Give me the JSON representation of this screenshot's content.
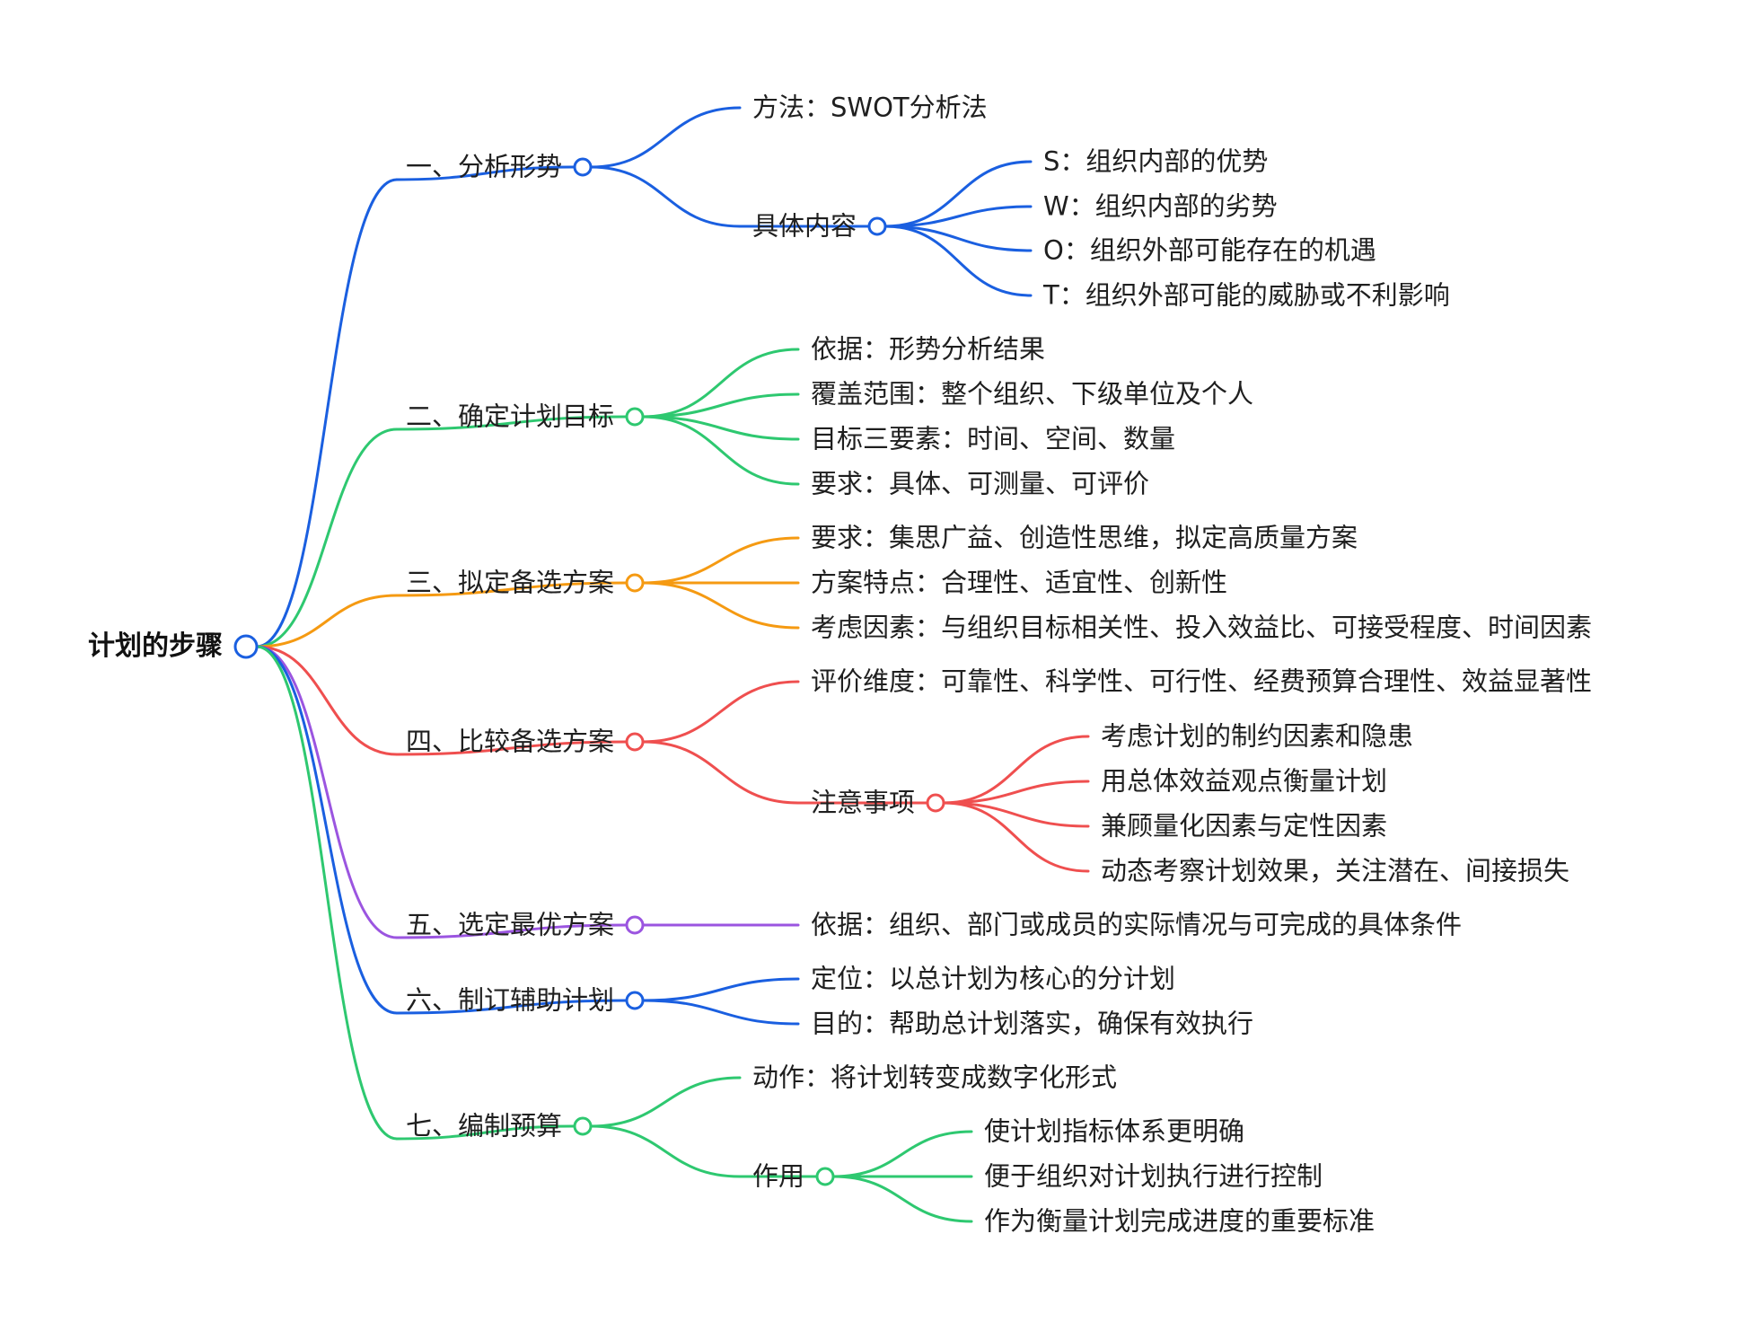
{
  "mindmap": {
    "root": {
      "label": "计划的步骤",
      "children": [
        {
          "label": "一、分析形势",
          "color": "#1a5fe0",
          "children": [
            {
              "label": "方法：SWOT分析法"
            },
            {
              "label": "具体内容",
              "children": [
                {
                  "label": "S：组织内部的优势"
                },
                {
                  "label": "W：组织内部的劣势"
                },
                {
                  "label": "O：组织外部可能存在的机遇"
                },
                {
                  "label": "T：组织外部可能的威胁或不利影响"
                }
              ]
            }
          ]
        },
        {
          "label": "二、确定计划目标",
          "color": "#2ec870",
          "children": [
            {
              "label": "依据：形势分析结果"
            },
            {
              "label": "覆盖范围：整个组织、下级单位及个人"
            },
            {
              "label": "目标三要素：时间、空间、数量"
            },
            {
              "label": "要求：具体、可测量、可评价"
            }
          ]
        },
        {
          "label": "三、拟定备选方案",
          "color": "#f59a12",
          "children": [
            {
              "label": "要求：集思广益、创造性思维，拟定高质量方案"
            },
            {
              "label": "方案特点：合理性、适宜性、创新性"
            },
            {
              "label": "考虑因素：与组织目标相关性、投入效益比、可接受程度、时间因素"
            }
          ]
        },
        {
          "label": "四、比较备选方案",
          "color": "#ef4f4f",
          "children": [
            {
              "label": "评价维度：可靠性、科学性、可行性、经费预算合理性、效益显著性"
            },
            {
              "label": "注意事项",
              "children": [
                {
                  "label": "考虑计划的制约因素和隐患"
                },
                {
                  "label": "用总体效益观点衡量计划"
                },
                {
                  "label": "兼顾量化因素与定性因素"
                },
                {
                  "label": "动态考察计划效果，关注潜在、间接损失"
                }
              ]
            }
          ]
        },
        {
          "label": "五、选定最优方案",
          "color": "#9b55e0",
          "children": [
            {
              "label": "依据：组织、部门或成员的实际情况与可完成的具体条件"
            }
          ]
        },
        {
          "label": "六、制订辅助计划",
          "color": "#1a5fe0",
          "children": [
            {
              "label": "定位：以总计划为核心的分计划"
            },
            {
              "label": "目的：帮助总计划落实，确保有效执行"
            }
          ]
        },
        {
          "label": "七、编制预算",
          "color": "#2ec870",
          "children": [
            {
              "label": "动作：将计划转变成数字化形式"
            },
            {
              "label": "作用",
              "children": [
                {
                  "label": "使计划指标体系更明确"
                },
                {
                  "label": "便于组织对计划执行进行控制"
                },
                {
                  "label": "作为衡量计划完成进度的重要标准"
                }
              ]
            }
          ]
        }
      ]
    }
  }
}
